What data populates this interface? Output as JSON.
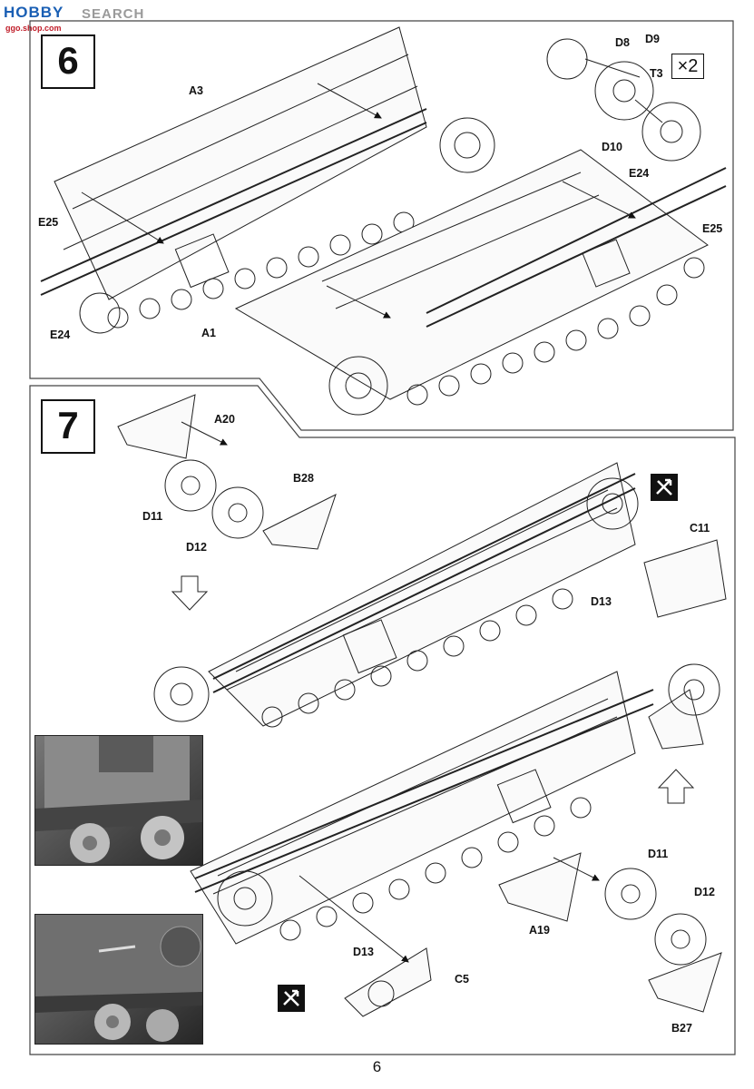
{
  "watermark": {
    "logo": "HOBBY",
    "search": "SEARCH",
    "site": "ggo.shop.com"
  },
  "steps": [
    {
      "number": "6",
      "multiplier": "×2",
      "labels": {
        "d8": "D8",
        "d9": "D9",
        "t3": "T3",
        "d10": "D10",
        "a3": "A3",
        "e24_top": "E24",
        "e25_right": "E25",
        "e25_left": "E25",
        "e24_left": "E24",
        "a1": "A1"
      }
    },
    {
      "number": "7",
      "labels": {
        "a20": "A20",
        "b28": "B28",
        "d11_top": "D11",
        "d12_top": "D12",
        "c11": "C11",
        "d13_top": "D13",
        "d11_bottom": "D11",
        "d12_bottom": "D12",
        "a19": "A19",
        "d13_bottom": "D13",
        "c5": "C5",
        "b27": "B27"
      }
    }
  ],
  "page_number": "6"
}
